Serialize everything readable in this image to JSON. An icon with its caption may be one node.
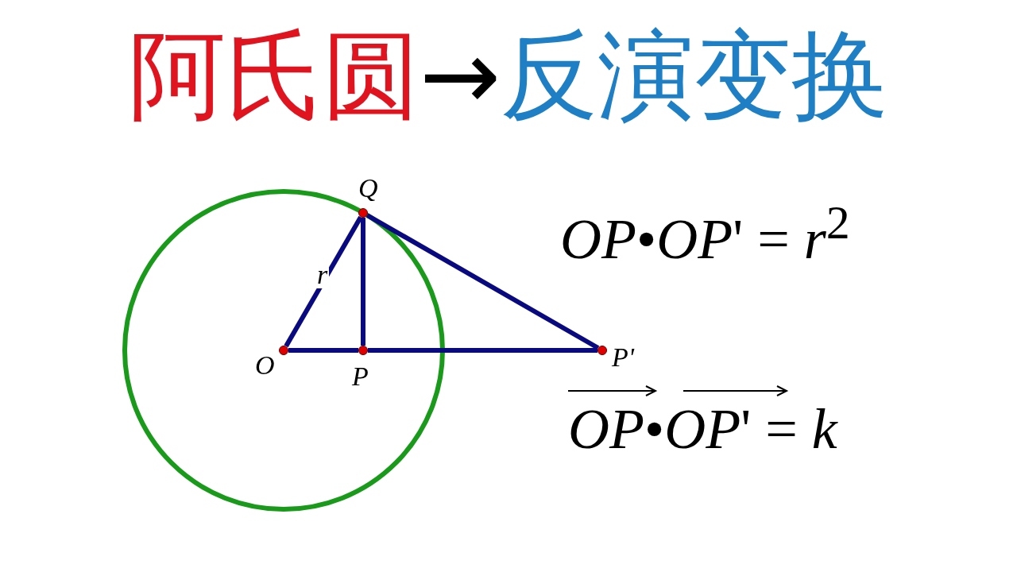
{
  "diagram": {
    "title": "阿氏圆→反演变换",
    "nodes": [
      {
        "text": [
          "Q"
        ]
      },
      {
        "text": [
          "O"
        ]
      },
      {
        "text": [
          "P"
        ]
      },
      {
        "text": [
          "P'"
        ]
      }
    ],
    "edges": [
      {
        "from": 1,
        "to": 0,
        "arrow": "none",
        "label": "r"
      },
      {
        "from": 0,
        "to": 2,
        "arrow": "none"
      },
      {
        "from": 0,
        "to": 3,
        "arrow": "none"
      },
      {
        "from": 1,
        "to": 2,
        "arrow": "none"
      },
      {
        "from": 2,
        "to": 3,
        "arrow": "none"
      }
    ],
    "labels": [
      "*OP*•*OP*' = *r*$^{2}$",
      "*OP*•*OP*' = *k*"
    ]
  }
}
